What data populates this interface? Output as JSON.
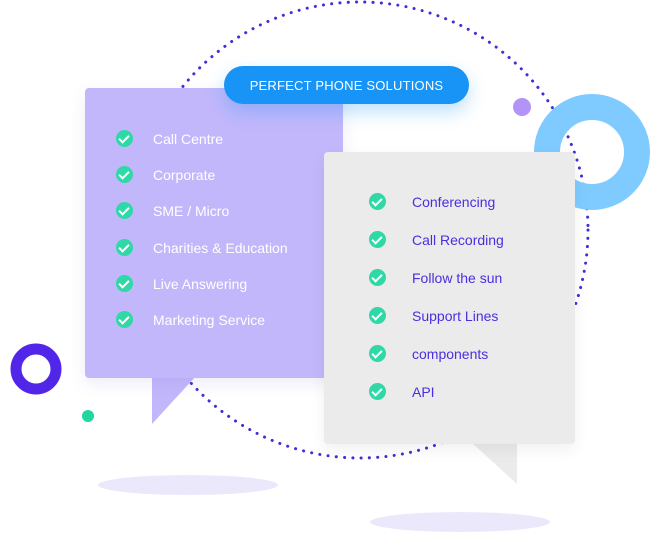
{
  "header": {
    "pill_label": "PERFECT PHONE SOLUTIONS"
  },
  "left_panel": {
    "items": [
      {
        "label": "Call Centre"
      },
      {
        "label": "Corporate"
      },
      {
        "label": "SME / Micro"
      },
      {
        "label": "Charities & Education"
      },
      {
        "label": "Live Answering"
      },
      {
        "label": "Marketing Service"
      }
    ]
  },
  "right_panel": {
    "items": [
      {
        "label": "Conferencing"
      },
      {
        "label": "Call Recording"
      },
      {
        "label": "Follow the sun"
      },
      {
        "label": "Support Lines"
      },
      {
        "label": "components"
      },
      {
        "label": "API"
      }
    ]
  },
  "colors": {
    "accent_blue": "#1794f5",
    "left_bubble": "#c2b7fb",
    "right_bubble": "#ebebeb",
    "check_green": "#2fd8a6",
    "right_text": "#4a2ee0",
    "ring_light_blue": "#7fcbff",
    "ring_purple": "#5226e8",
    "dot_purple": "#b393f8",
    "dot_teal": "#21d7a0",
    "dotted_circle": "#3f2fd6",
    "shadow_ellipse": "#ece8fb"
  },
  "icons": {
    "check": "check-circle-icon"
  }
}
